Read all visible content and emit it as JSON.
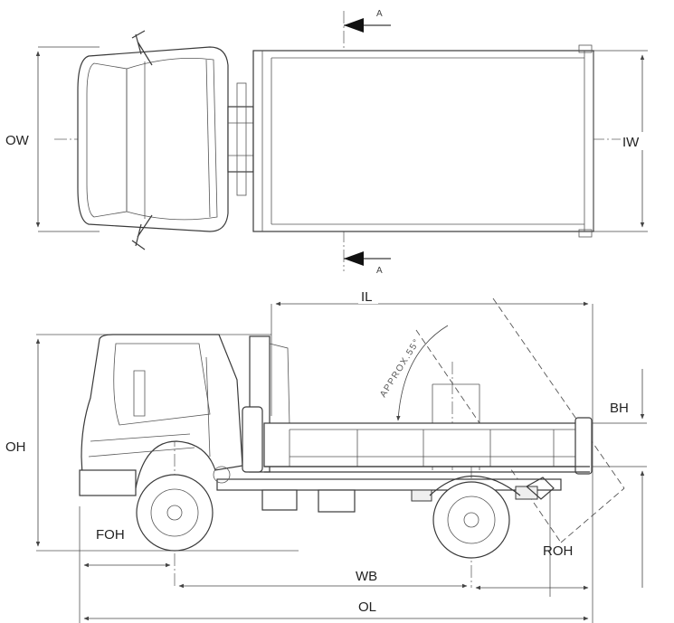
{
  "labels": {
    "ow": "OW",
    "iw": "IW",
    "il": "IL",
    "bh": "BH",
    "oh": "OH",
    "foh": "FOH",
    "roh": "ROH",
    "wb": "WB",
    "ol": "OL",
    "section_top": "A",
    "section_bottom": "A",
    "angle": "APPROX.55°"
  }
}
